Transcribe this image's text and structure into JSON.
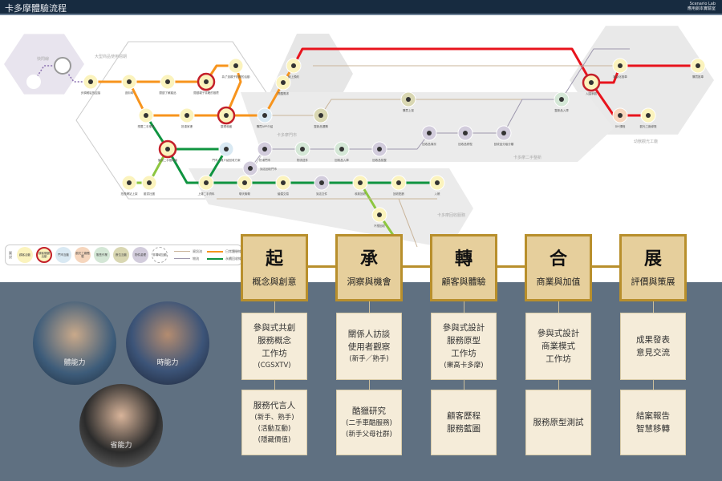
{
  "header": {
    "title": "卡多摩體驗流程",
    "brand_line1": "Scenario Lab",
    "brand_line2": "應用劇本實驗室"
  },
  "map": {
    "zones": [
      "快閃線",
      "大型商品使用週期",
      "卡多摩門市",
      "卡多摩二手整新",
      "幼獸觀光工廠",
      "卡多摩回收服務"
    ],
    "nodes": [
      "步調輕鬆的迎接",
      "逛街時",
      "閱讀了解產品",
      "閱讀親子書籍的推薦",
      "為了逛親子相關的活動",
      "想要二手推車",
      "抵達家裡",
      "整理收藏",
      "使用二手推車後",
      "購買APP介紹",
      "提醒需求",
      "線上預約",
      "抵達門市",
      "整新品選購",
      "購買上架",
      "門市人員介紹回收方案",
      "到店回收門市",
      "物流送件",
      "回收品入庫",
      "回收品檢整",
      "回收品清潔",
      "回收品修復",
      "回收品分級分類",
      "整新品入庫",
      "入園參觀",
      "客製化推車",
      "DIY課程",
      "觀光工廠導覽",
      "購買推車",
      "上傳二手資料",
      "聊天聯繫",
      "議價交易",
      "到店交件",
      "收款回收",
      "回收點數",
      "入帳",
      "拍賣網站上架",
      "臉書社團",
      "不想回收"
    ]
  },
  "legend": {
    "title": "圖說",
    "chips": [
      "顧客活動",
      "顧客關鍵活動",
      "門市互動",
      "觀光工廠體驗",
      "販售作業",
      "數位互動",
      "物件處理",
      "非場域互動"
    ],
    "lines": [
      "資訊流",
      "日常體驗線",
      "物流",
      "永續回收線"
    ]
  },
  "phases": [
    {
      "char": "起",
      "name": "概念與創意",
      "box1": [
        "參與式共創",
        "服務概念",
        "工作坊"
      ],
      "box1_small": [
        "(CGSXTV)"
      ],
      "box2": [
        "服務代言人"
      ],
      "box2_small": [
        "(新手、熟手)",
        "(活動互動)",
        "(隱藏價值)"
      ]
    },
    {
      "char": "承",
      "name": "洞察與機會",
      "box1": [
        "關係人訪談",
        "使用者觀察"
      ],
      "box1_small": [
        "(新手／熟手)"
      ],
      "box2": [
        "酷獵研究"
      ],
      "box2_small": [
        "(二手車酷服務)",
        "(新手父母社群)"
      ]
    },
    {
      "char": "轉",
      "name": "顧客與體驗",
      "box1": [
        "參與式設計",
        "服務原型",
        "工作坊"
      ],
      "box1_small": [
        "(樂高卡多摩)"
      ],
      "box2": [
        "顧客歷程",
        "服務藍圖"
      ],
      "box2_small": []
    },
    {
      "char": "合",
      "name": "商業與加值",
      "box1": [
        "參與式設計",
        "商業模式",
        "工作坊"
      ],
      "box1_small": [],
      "box2": [
        "服務原型測試"
      ],
      "box2_small": []
    },
    {
      "char": "展",
      "name": "評價與策展",
      "box1": [
        "成果發表",
        "意見交流"
      ],
      "box1_small": [],
      "box2": [
        "結案報告",
        "智慧移轉"
      ],
      "box2_small": []
    }
  ],
  "personas": [
    "體能力",
    "時能力",
    "省能力"
  ],
  "colors": {
    "orange": "#f7941d",
    "red": "#e8141d",
    "green": "#0f9440",
    "lightgreen": "#8dc63f",
    "tan": "#c9b49a",
    "gray": "#9d97ad",
    "purple": "#8a6fb0",
    "header": "#172b40",
    "lower": "#5f7081",
    "phase": "#e6cf9c",
    "phase_border": "#b88f2c"
  }
}
